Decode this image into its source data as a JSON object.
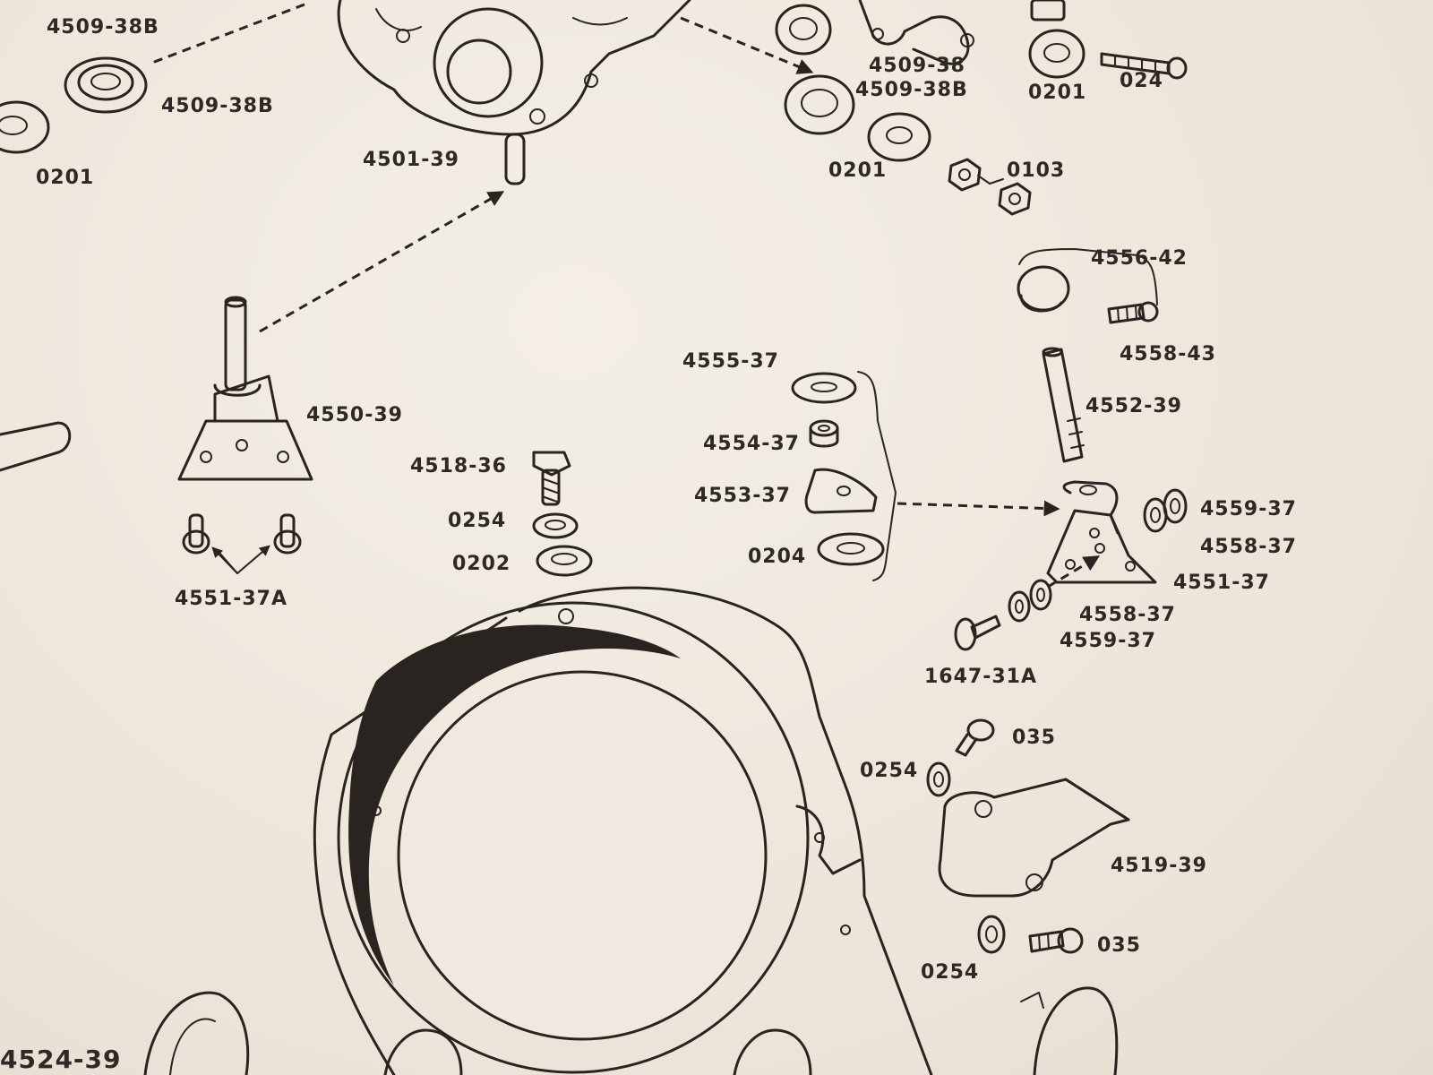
{
  "labels": [
    "4509-38B",
    "4509-38B",
    "0201",
    "4501-39",
    "4509-38",
    "4509-38B",
    "0201",
    "024",
    "0201",
    "0103",
    "4556-42",
    "4558-43",
    "4555-37",
    "4552-39",
    "4554-37",
    "4550-39",
    "4518-36",
    "4553-37",
    "0254",
    "4559-37",
    "0202",
    "4558-37",
    "0204",
    "4551-37",
    "4551-37A",
    "4558-37",
    "4559-37",
    "1647-31A",
    "035",
    "0254",
    "4519-39",
    "035",
    "0254",
    "4524-39"
  ]
}
